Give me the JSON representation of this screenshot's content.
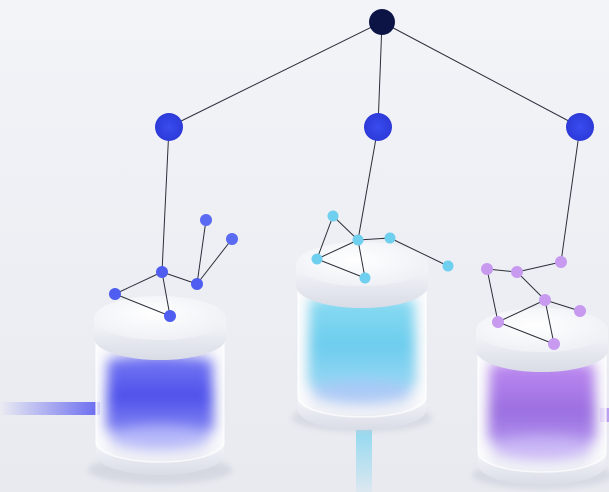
{
  "illustration": {
    "root_node": {
      "color": "#0b1444"
    },
    "hub_nodes": [
      {
        "name": "left",
        "color": "#3346e0"
      },
      {
        "name": "center",
        "color": "#3346e0"
      },
      {
        "name": "right",
        "color": "#3346e0"
      }
    ],
    "cylinders": [
      {
        "name": "left",
        "liquid_color": "#5a5cf0",
        "node_color": "#4f5ef0"
      },
      {
        "name": "center",
        "liquid_color": "#74d2ef",
        "node_color": "#6fcfee"
      },
      {
        "name": "right",
        "liquid_color": "#a77be6",
        "node_color": "#c79af0"
      }
    ],
    "pipes": [
      {
        "name": "left-pipe",
        "color": "#5a5cf0"
      },
      {
        "name": "center-pipe",
        "color": "#74d2ef"
      },
      {
        "name": "right-pipe",
        "color": "#a77be6"
      }
    ],
    "line_color": "#2b2f3a",
    "background": "#eef0f5"
  }
}
